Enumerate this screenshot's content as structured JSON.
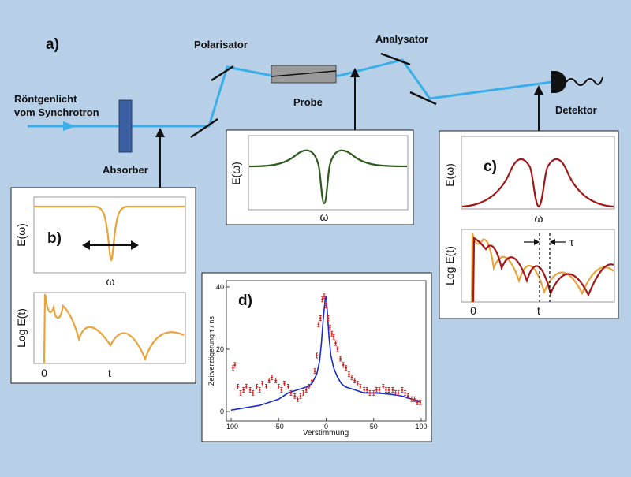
{
  "labels": {
    "a": "a)",
    "b": "b)",
    "c": "c)",
    "d": "d)",
    "source_line1": "Röntgenlicht",
    "source_line2": "vom Synchrotron",
    "absorber": "Absorber",
    "polarisator": "Polarisator",
    "probe": "Probe",
    "analysator": "Analysator",
    "detektor": "Detektor"
  },
  "panel_b": {
    "ylabel_top": "E(ω)",
    "xlabel_top": "ω",
    "ylabel_bottom": "Log E(t)",
    "tick0": "0",
    "tick_t": "t"
  },
  "panel_probe": {
    "ylabel": "E(ω)",
    "xlabel": "ω"
  },
  "panel_c": {
    "ylabel_top": "E(ω)",
    "xlabel_top": "ω",
    "ylabel_bottom": "Log E(t)",
    "tick0": "0",
    "tick_t": "t",
    "tau": "τ"
  },
  "colors": {
    "beam": "#3aaee8",
    "orange": "#e8a33a",
    "green": "#2e5a1e",
    "darkred": "#a01818",
    "blue": "#1a2ad0",
    "red": "#e02020",
    "absorber": "#3b5fa0"
  },
  "chart_data": {
    "type": "scatter",
    "xlabel": "Verstimmung",
    "ylabel": "Zeitverzögerung τ / ns",
    "xlim": [
      -105,
      105
    ],
    "ylim": [
      -3,
      42
    ],
    "xticks": [
      -100,
      -50,
      0,
      50,
      100
    ],
    "yticks": [
      0,
      20,
      40
    ],
    "series": [
      {
        "style": "points",
        "x": [
          -98,
          -96,
          -93,
          -90,
          -87,
          -84,
          -80,
          -77,
          -73,
          -70,
          -67,
          -63,
          -60,
          -57,
          -53,
          -50,
          -47,
          -44,
          -40,
          -37,
          -33,
          -30,
          -27,
          -24,
          -21,
          -18,
          -15,
          -12,
          -10,
          -8,
          -6,
          -4,
          -2,
          0,
          2,
          4,
          6,
          8,
          10,
          12,
          15,
          18,
          21,
          24,
          27,
          30,
          33,
          36,
          40,
          43,
          46,
          50,
          53,
          56,
          60,
          63,
          66,
          70,
          73,
          76,
          80,
          83,
          86,
          90,
          93,
          96,
          99
        ],
        "y": [
          14,
          15,
          8,
          6,
          7,
          8,
          7,
          6,
          8,
          7,
          9,
          8,
          10,
          11,
          10,
          8,
          7,
          9,
          8,
          6,
          5,
          4,
          5,
          6,
          7,
          8,
          10,
          13,
          18,
          28,
          30,
          36,
          37,
          34,
          30,
          27,
          25,
          24,
          22,
          20,
          17,
          15,
          14,
          12,
          11,
          10,
          9,
          8,
          7,
          7,
          6,
          6,
          7,
          7,
          8,
          7,
          7,
          7,
          6,
          6,
          7,
          6,
          5,
          4,
          4,
          3,
          3
        ]
      },
      {
        "style": "line",
        "x": [
          -100,
          -90,
          -80,
          -70,
          -60,
          -50,
          -40,
          -30,
          -25,
          -20,
          -15,
          -10,
          -7,
          -5,
          -3,
          -1,
          0,
          1,
          3,
          5,
          8,
          12,
          16,
          20,
          25,
          30,
          40,
          50,
          60,
          70,
          80,
          90,
          100
        ],
        "y": [
          0.5,
          1,
          1.5,
          2,
          3,
          4,
          6,
          7,
          7.5,
          8,
          9,
          12,
          16,
          22,
          30,
          36,
          37,
          33,
          24,
          18,
          14,
          11,
          9,
          8,
          7.5,
          7,
          6,
          6,
          5.8,
          5.5,
          5,
          4,
          3
        ]
      }
    ]
  }
}
